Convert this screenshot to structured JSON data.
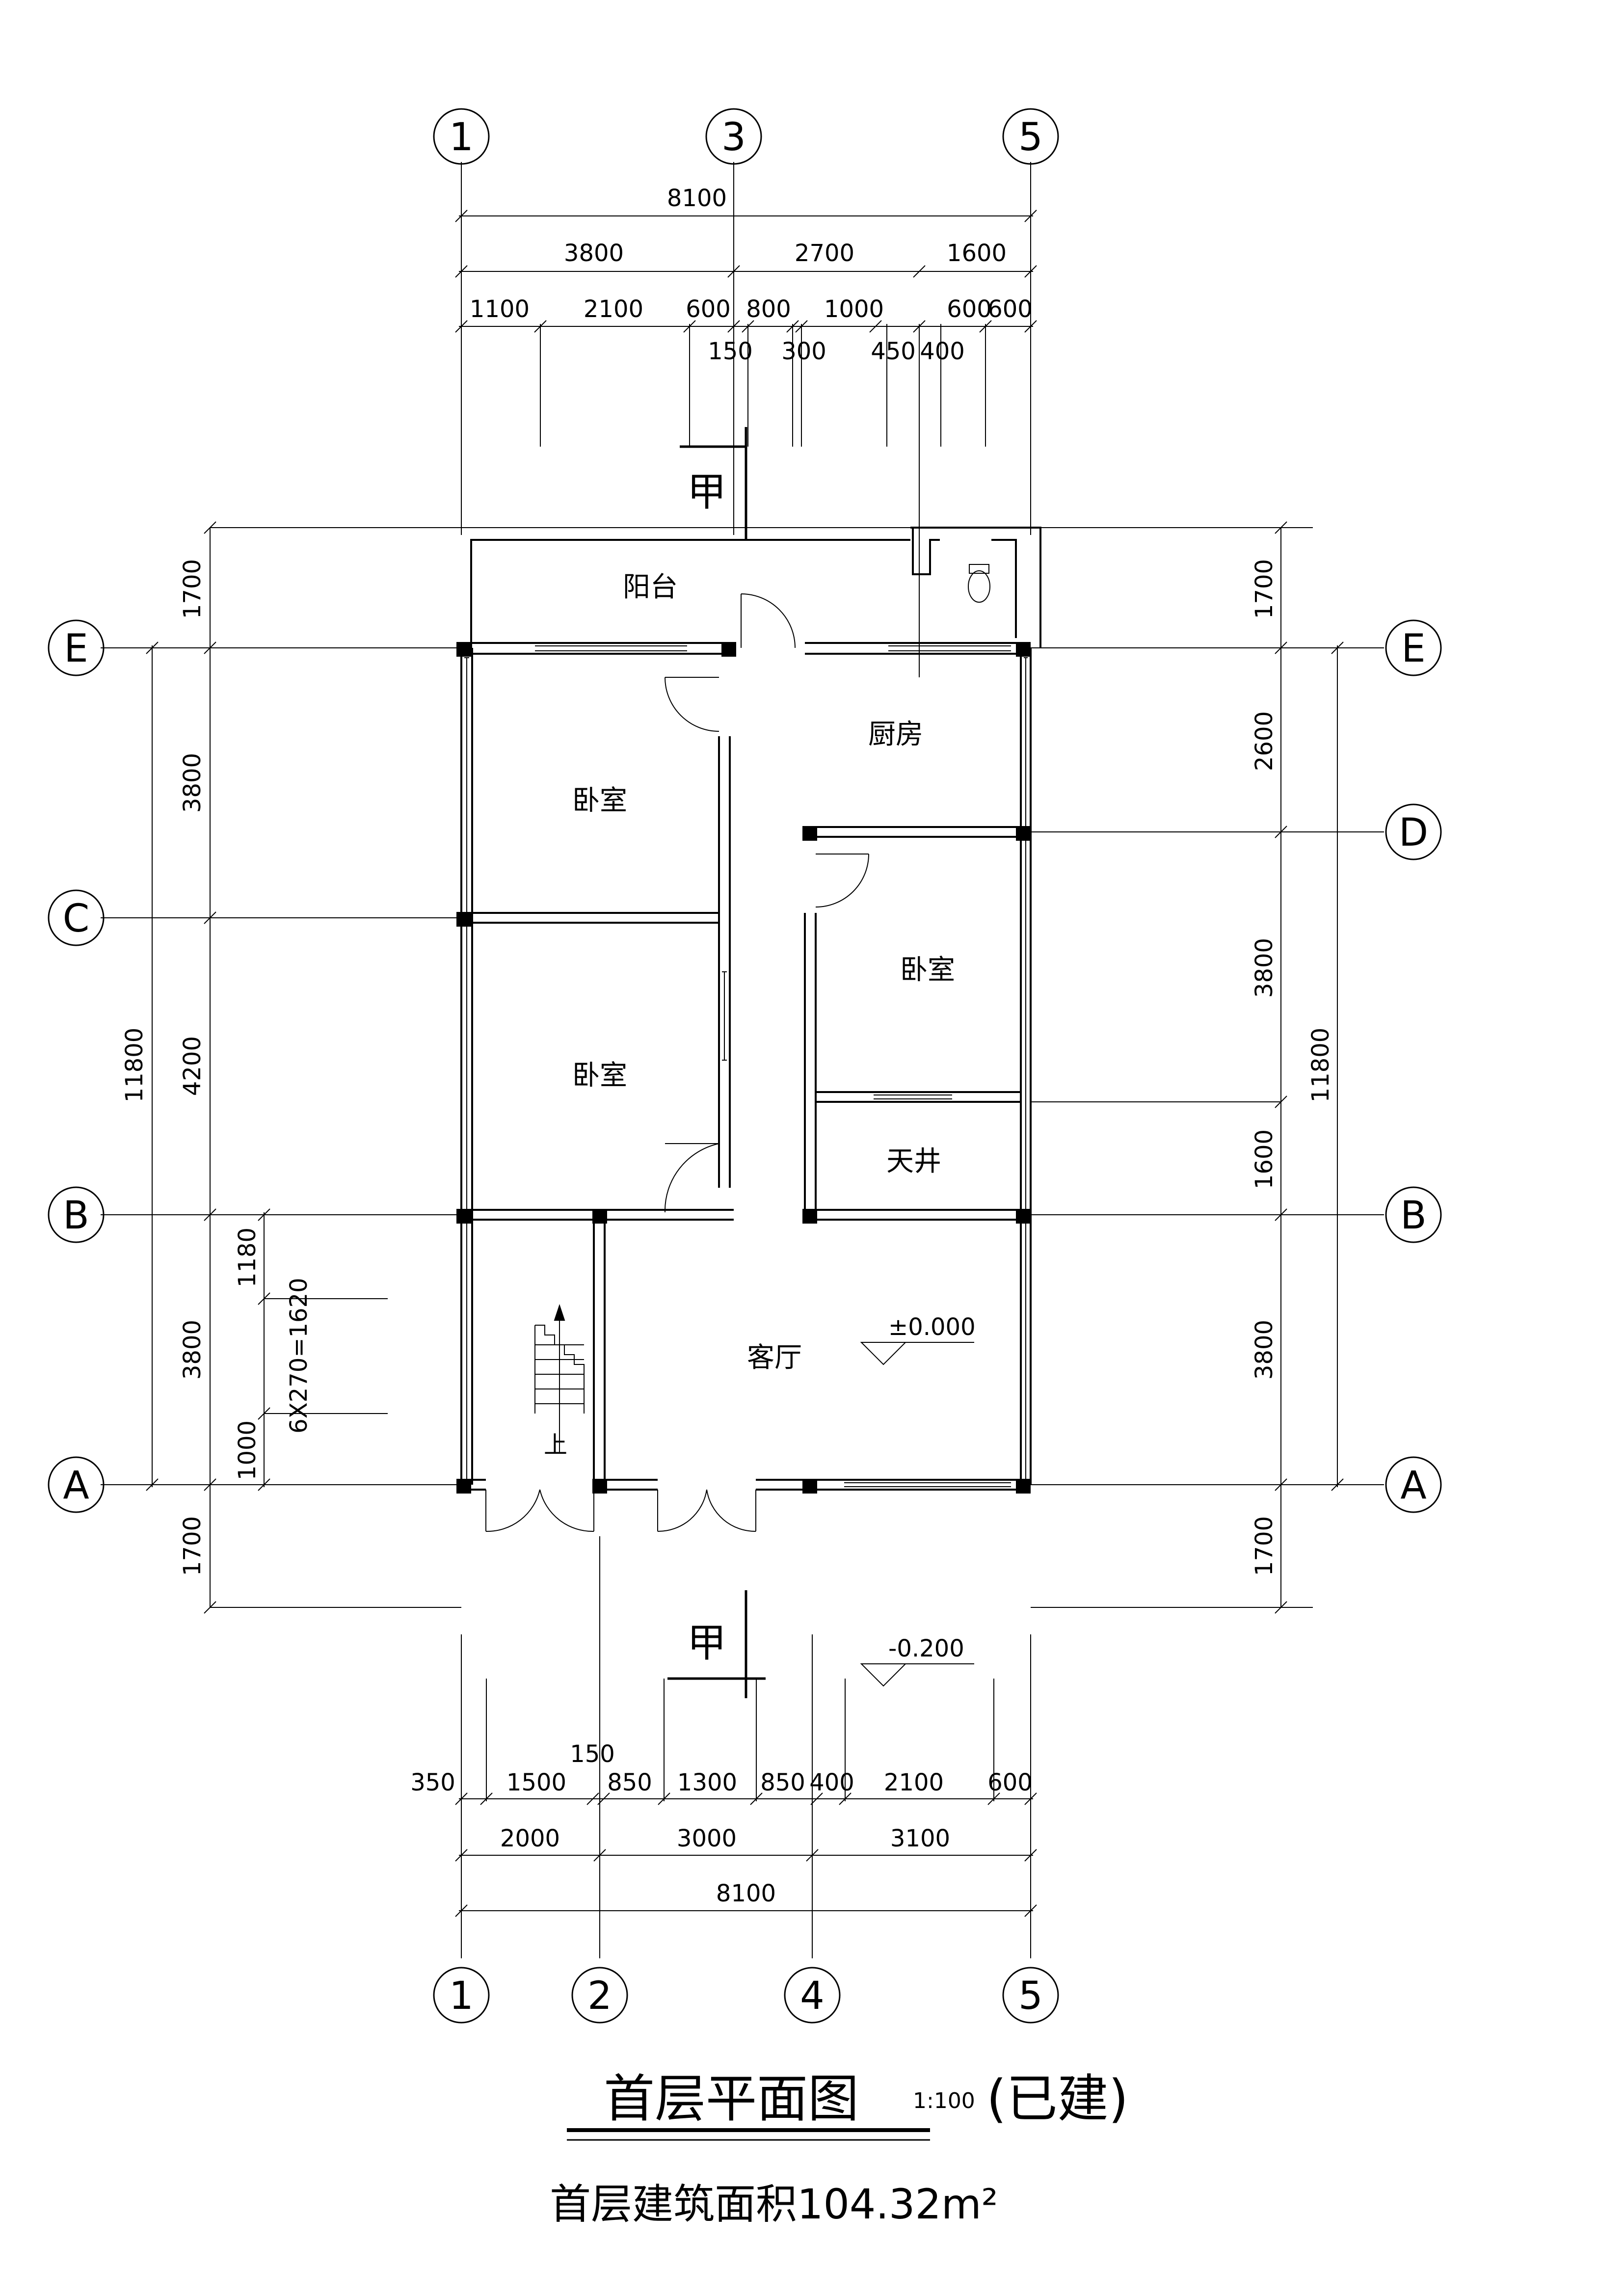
{
  "axes": {
    "top": [
      "1",
      "3",
      "5"
    ],
    "bottom": [
      "1",
      "2",
      "4",
      "5"
    ],
    "left": [
      "E",
      "C",
      "B",
      "A"
    ],
    "right": [
      "E",
      "D",
      "B",
      "A"
    ]
  },
  "dims": {
    "top_total": "8100",
    "top_row2": [
      "3800",
      "2700",
      "1600"
    ],
    "top_row3": [
      "1100",
      "2100",
      "600",
      "800",
      "1000",
      "600",
      "600"
    ],
    "top_row3_low": [
      "150",
      "300",
      "450",
      "400"
    ],
    "left_outer": "11800",
    "left_inner": [
      "1700",
      "3800",
      "4200",
      "3800",
      "1700"
    ],
    "left_stair": [
      "1180",
      "6X270=1620",
      "1000"
    ],
    "right_outer": "11800",
    "right_inner": [
      "1700",
      "2600",
      "3800",
      "1600",
      "3800",
      "1700"
    ],
    "bottom_row1": [
      "350",
      "1500",
      "150",
      "850",
      "1300",
      "850",
      "400",
      "2100",
      "600"
    ],
    "bottom_row2": [
      "2000",
      "3000",
      "3100"
    ],
    "bottom_total": "8100"
  },
  "rooms": {
    "balcony": "阳台",
    "kitchen": "厨房",
    "bedroom_nw": "卧室",
    "bedroom_e": "卧室",
    "bedroom_sw": "卧室",
    "courtyard": "天井",
    "living": "客厅",
    "stair_up": "上"
  },
  "levels": {
    "interior": "±0.000",
    "exterior": "-0.200"
  },
  "section_mark": "甲",
  "title": {
    "main": "首层平面图",
    "scale": "1:100",
    "status": "(已建)",
    "area_text": "首层建筑面积104.32m²"
  }
}
